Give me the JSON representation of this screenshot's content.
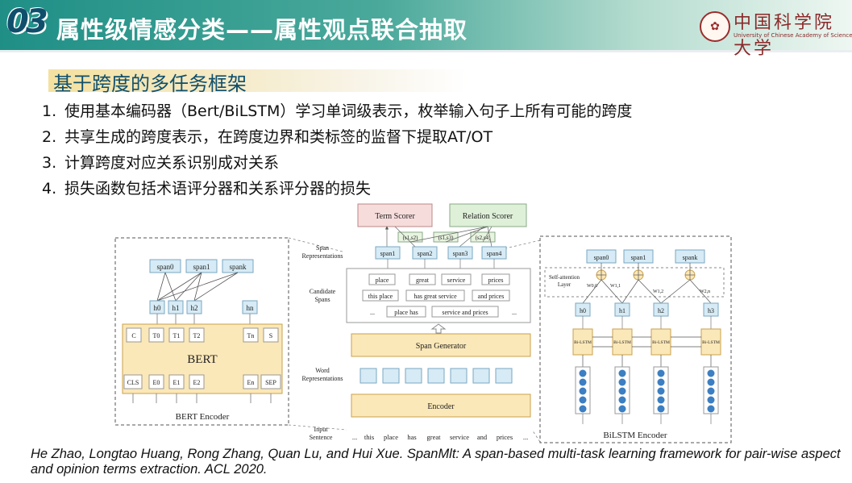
{
  "header": {
    "section_number": "03",
    "title": "属性级情感分类——属性观点联合抽取",
    "logo_text_cn": "中国科学院大学",
    "logo_text_en": "University of Chinese Academy of Sciences",
    "colors": {
      "band_start": "#1f8f86",
      "band_end": "#eef7f2",
      "title_text": "#ffffff"
    }
  },
  "subtitle": "基于跨度的多任务框架",
  "list": [
    {
      "num": "1.",
      "text": "使用基本编码器（Bert/BiLSTM）学习单词级表示，枚举输入句子上所有可能的跨度"
    },
    {
      "num": "2.",
      "text": "共享生成的跨度表示，在跨度边界和类标签的监督下提取AT/OT"
    },
    {
      "num": "3.",
      "text": "计算跨度对应关系识别成对关系"
    },
    {
      "num": "4.",
      "text": "损失函数包括术语评分器和关系评分器的损失"
    }
  ],
  "figure": {
    "term_scorer": "Term Scorer",
    "relation_scorer": "Relation Scorer",
    "pairs": [
      "(s1,s2)",
      "(s1,s3)",
      "(s2,s4)"
    ],
    "span_repr_label": "Span Representations",
    "spans_mid": [
      "span1",
      "span2",
      "span3",
      "span4"
    ],
    "candidate_label": "Candidate Spans",
    "candidates": [
      [
        "place",
        "great",
        "service",
        "prices"
      ],
      [
        "this place",
        "has great service",
        "and prices"
      ],
      [
        "...",
        "place has",
        "service and prices",
        "..."
      ]
    ],
    "span_generator": "Span Generator",
    "word_repr_label": "Word Representations",
    "encoder": "Encoder",
    "input_label": "Input Sentence",
    "input_words": [
      "...",
      "this",
      "place",
      "has",
      "great",
      "service",
      "and",
      "prices",
      "..."
    ],
    "bert": {
      "caption": "BERT Encoder",
      "spans": [
        "span0",
        "span1",
        "spank"
      ],
      "hidden": [
        "h0",
        "h1",
        "h2",
        "hn"
      ],
      "top_tokens": [
        "C",
        "T0",
        "T1",
        "T2",
        "Tn",
        "S"
      ],
      "label": "BERT",
      "bottom_tokens": [
        "CLS",
        "E0",
        "E1",
        "E2",
        "En",
        "SEP"
      ]
    },
    "bilstm": {
      "caption": "BiLSTM Encoder",
      "spans": [
        "span0",
        "span1",
        "spank"
      ],
      "attention_label": "Self-attention Layer",
      "weights": [
        "W0,0",
        "W1,1",
        "W1,2",
        "W2,n"
      ],
      "hidden": [
        "h0",
        "h1",
        "h2",
        "h3"
      ],
      "cell_label": "Bi-LSTM"
    }
  },
  "citation": "He Zhao, Longtao Huang, Rong Zhang, Quan Lu, and Hui Xue. SpanMlt: A span-based multi-task learning framework for pair-wise aspect and opinion terms extraction. ACL 2020."
}
